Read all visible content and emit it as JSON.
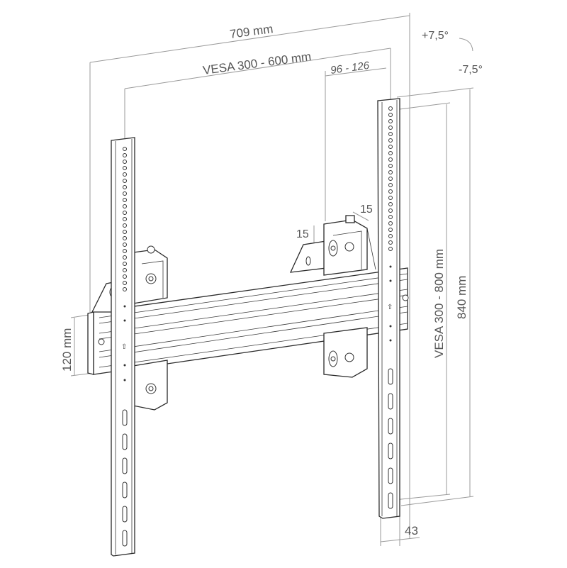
{
  "diagram": {
    "subject": "Tilting TV wall mount bracket (technical drawing)",
    "dimensions": {
      "overall_width": "709 mm",
      "vesa_horizontal": "VESA 300 - 600 mm",
      "hook_offset": "96 - 126",
      "overall_height": "840 mm",
      "vesa_vertical": "VESA 300 - 800 mm",
      "rail_height": "120 mm",
      "wall_depth": "43",
      "adjust_vertical": "15",
      "adjust_horizontal": "15"
    },
    "tilt": {
      "up": "+7,5°",
      "down": "-7,5°"
    },
    "colors": {
      "line": "#2a2a2a",
      "dimension_line": "#9a9a9a",
      "text": "#555555",
      "background": "#ffffff"
    }
  }
}
